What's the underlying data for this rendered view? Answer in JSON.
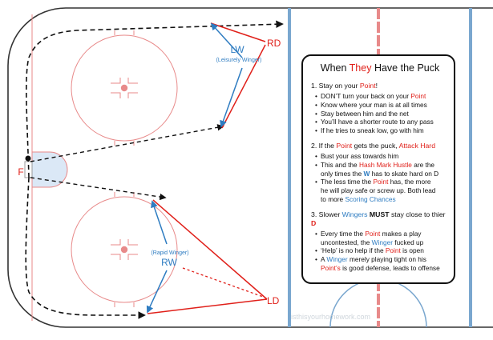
{
  "labels": {
    "rd": "RD",
    "lw": "LW",
    "lw_note": "(Leisurely Winger)",
    "f": "F",
    "rw_note": "(Rapid Winger)",
    "rw": "RW",
    "ld": "LD"
  },
  "panel": {
    "title_pre": "When ",
    "title_hl": "They",
    "title_post": " Have the Puck",
    "s1": {
      "head_pre": "1. Stay on your ",
      "head_hl": "Point",
      "head_post": "!",
      "b1_pre": "DON’T turn your back on your ",
      "b1_hl": "Point",
      "b2": "Know where your man is at all times",
      "b3": "Stay between him and the net",
      "b4": "You’ll have a shorter route to any pass",
      "b5": "If he tries to sneak low, go with him"
    },
    "s2": {
      "head_pre": "2. If the ",
      "head_hl1": "Point",
      "head_mid": " gets the puck, ",
      "head_hl2": "Attack Hard",
      "b1": "Bust your ass towards him",
      "b2_pre": "This and the ",
      "b2_hl": "Hash Mark Hustle",
      "b2_post": " are the",
      "b2b_pre": "only times the ",
      "b2b_hl": "W",
      "b2b_post": " has to skate hard on D",
      "b3_pre": "The less time the ",
      "b3_hl": "Point",
      "b3_post": " has, the more",
      "b3b": "he will play safe or screw up. Both lead",
      "b3c_pre": "to more ",
      "b3c_hl": "Scoring Chances"
    },
    "s3": {
      "head_pre": "3. Slower ",
      "head_hl": "Wingers",
      "head_b": " MUST",
      "head_post": " stay close to thier ",
      "head_d": "D",
      "b1_pre": "Every time the ",
      "b1_hl": "Point",
      "b1_post": " makes a play",
      "b1b_pre": "uncontested, the ",
      "b1b_hl": "Winger",
      "b1b_post": " fucked up",
      "b2_pre": "‘Help’ is no help if the ",
      "b2_hl": "Point",
      "b2_post": " is open",
      "b3_pre": "A ",
      "b3_hl": "Winger",
      "b3_post": " merely playing tight on his",
      "b3b_hl": "Point’s",
      "b3b_post": " is good defense, leads to offense"
    }
  },
  "watermark": "isthisyourhomework.com",
  "colors": {
    "red": "#e0201a",
    "blue": "#2e7cc1",
    "rink_red": "#e88a8a",
    "blue_line": "#7aa7cf",
    "crease": "#dbe8f6"
  }
}
